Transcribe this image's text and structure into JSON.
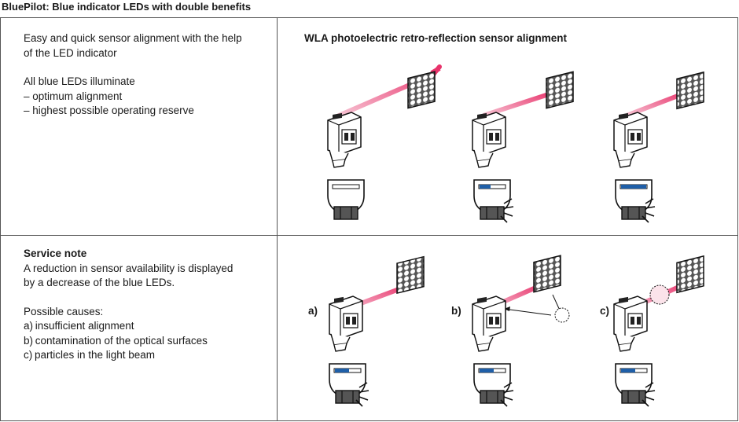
{
  "title": "BluePilot: Blue indicator LEDs with double benefits",
  "top_left": {
    "line1": "Easy and quick sensor alignment with the help",
    "line2": "of the LED indicator",
    "line3": "All blue LEDs illuminate",
    "line4": "– optimum alignment",
    "line5": "– highest possible operating reserve"
  },
  "top_right": {
    "heading": "WLA photoelectric retro-reflection sensor alignment"
  },
  "bottom_left": {
    "heading": "Service note",
    "line1": "A reduction in sensor availability is displayed",
    "line2": "by a decrease of the blue LEDs.",
    "line3": "Possible causes:",
    "items": [
      "a) insufficient alignment",
      "b) contamination of the optical surfaces",
      "c) particles in the light beam"
    ]
  },
  "bottom_right": {
    "labels": [
      "a)",
      "b)",
      "c)"
    ]
  },
  "colors": {
    "beam": "#e8336b",
    "led_blue": "#1f5fa8",
    "border": "#555555"
  }
}
